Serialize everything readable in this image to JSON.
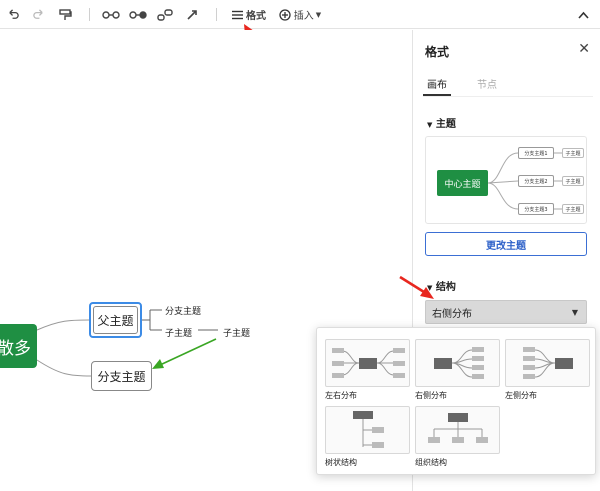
{
  "toolbar": {
    "format_label": "格式",
    "insert_label": "插入",
    "icons": [
      "undo-icon",
      "redo-icon",
      "format-painter-icon",
      "relation-icon",
      "summary-icon",
      "boundary-icon",
      "connector-icon",
      "format-icon",
      "insert-icon",
      "collapse-icon"
    ]
  },
  "canvas": {
    "root_text": "散多",
    "parent_text": "父主题",
    "sub_topic_1": "分支主题",
    "sub_topic_2": "子主题",
    "sub_topic_3": "子主题",
    "branch_text": "分支主题"
  },
  "panel": {
    "title": "格式",
    "tabs": [
      {
        "label": "画布"
      },
      {
        "label": "节点"
      }
    ],
    "theme_section": "主题",
    "theme_preview": {
      "center": "中心主题",
      "branches": [
        "分支主题1",
        "分支主题2",
        "分支主题3"
      ],
      "children": [
        "子主题",
        "子主题",
        "子主题"
      ]
    },
    "change_theme_label": "更改主题",
    "structure_section": "结构",
    "structure_selected": "右侧分布",
    "structure_options": [
      {
        "label": "左右分布"
      },
      {
        "label": "右侧分布"
      },
      {
        "label": "左侧分布"
      },
      {
        "label": "树状结构"
      },
      {
        "label": "组织结构"
      }
    ]
  },
  "colors": {
    "root_green": "#1f8f43",
    "selection_blue": "#3c8be6",
    "arrow_red": "#e8271f",
    "arrow_green": "#3aa624",
    "button_blue": "#2f62c9"
  }
}
